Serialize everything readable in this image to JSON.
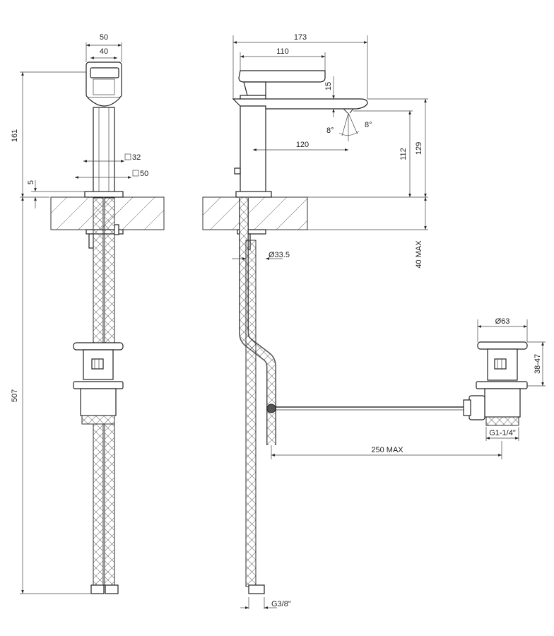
{
  "dimensions": {
    "front_body_width": "50",
    "front_handle_width": "40",
    "height_to_handle": "161",
    "square_32": "32",
    "square_50": "50",
    "base_thickness": "5",
    "total_length": "507",
    "overall_width": "173",
    "handle_length": "110",
    "handle_gap": "15",
    "tilt_left": "8°",
    "tilt_right": "8°",
    "spout_reach": "120",
    "spout_height": "112",
    "overall_height": "129",
    "deck_max": "40 MAX",
    "shank_diameter": "Ø33.5",
    "waste_diameter": "Ø63",
    "waste_height": "38-47",
    "rod_max": "250 MAX",
    "waste_thread": "G1-1/4\"",
    "hose_thread": "G3/8\""
  }
}
